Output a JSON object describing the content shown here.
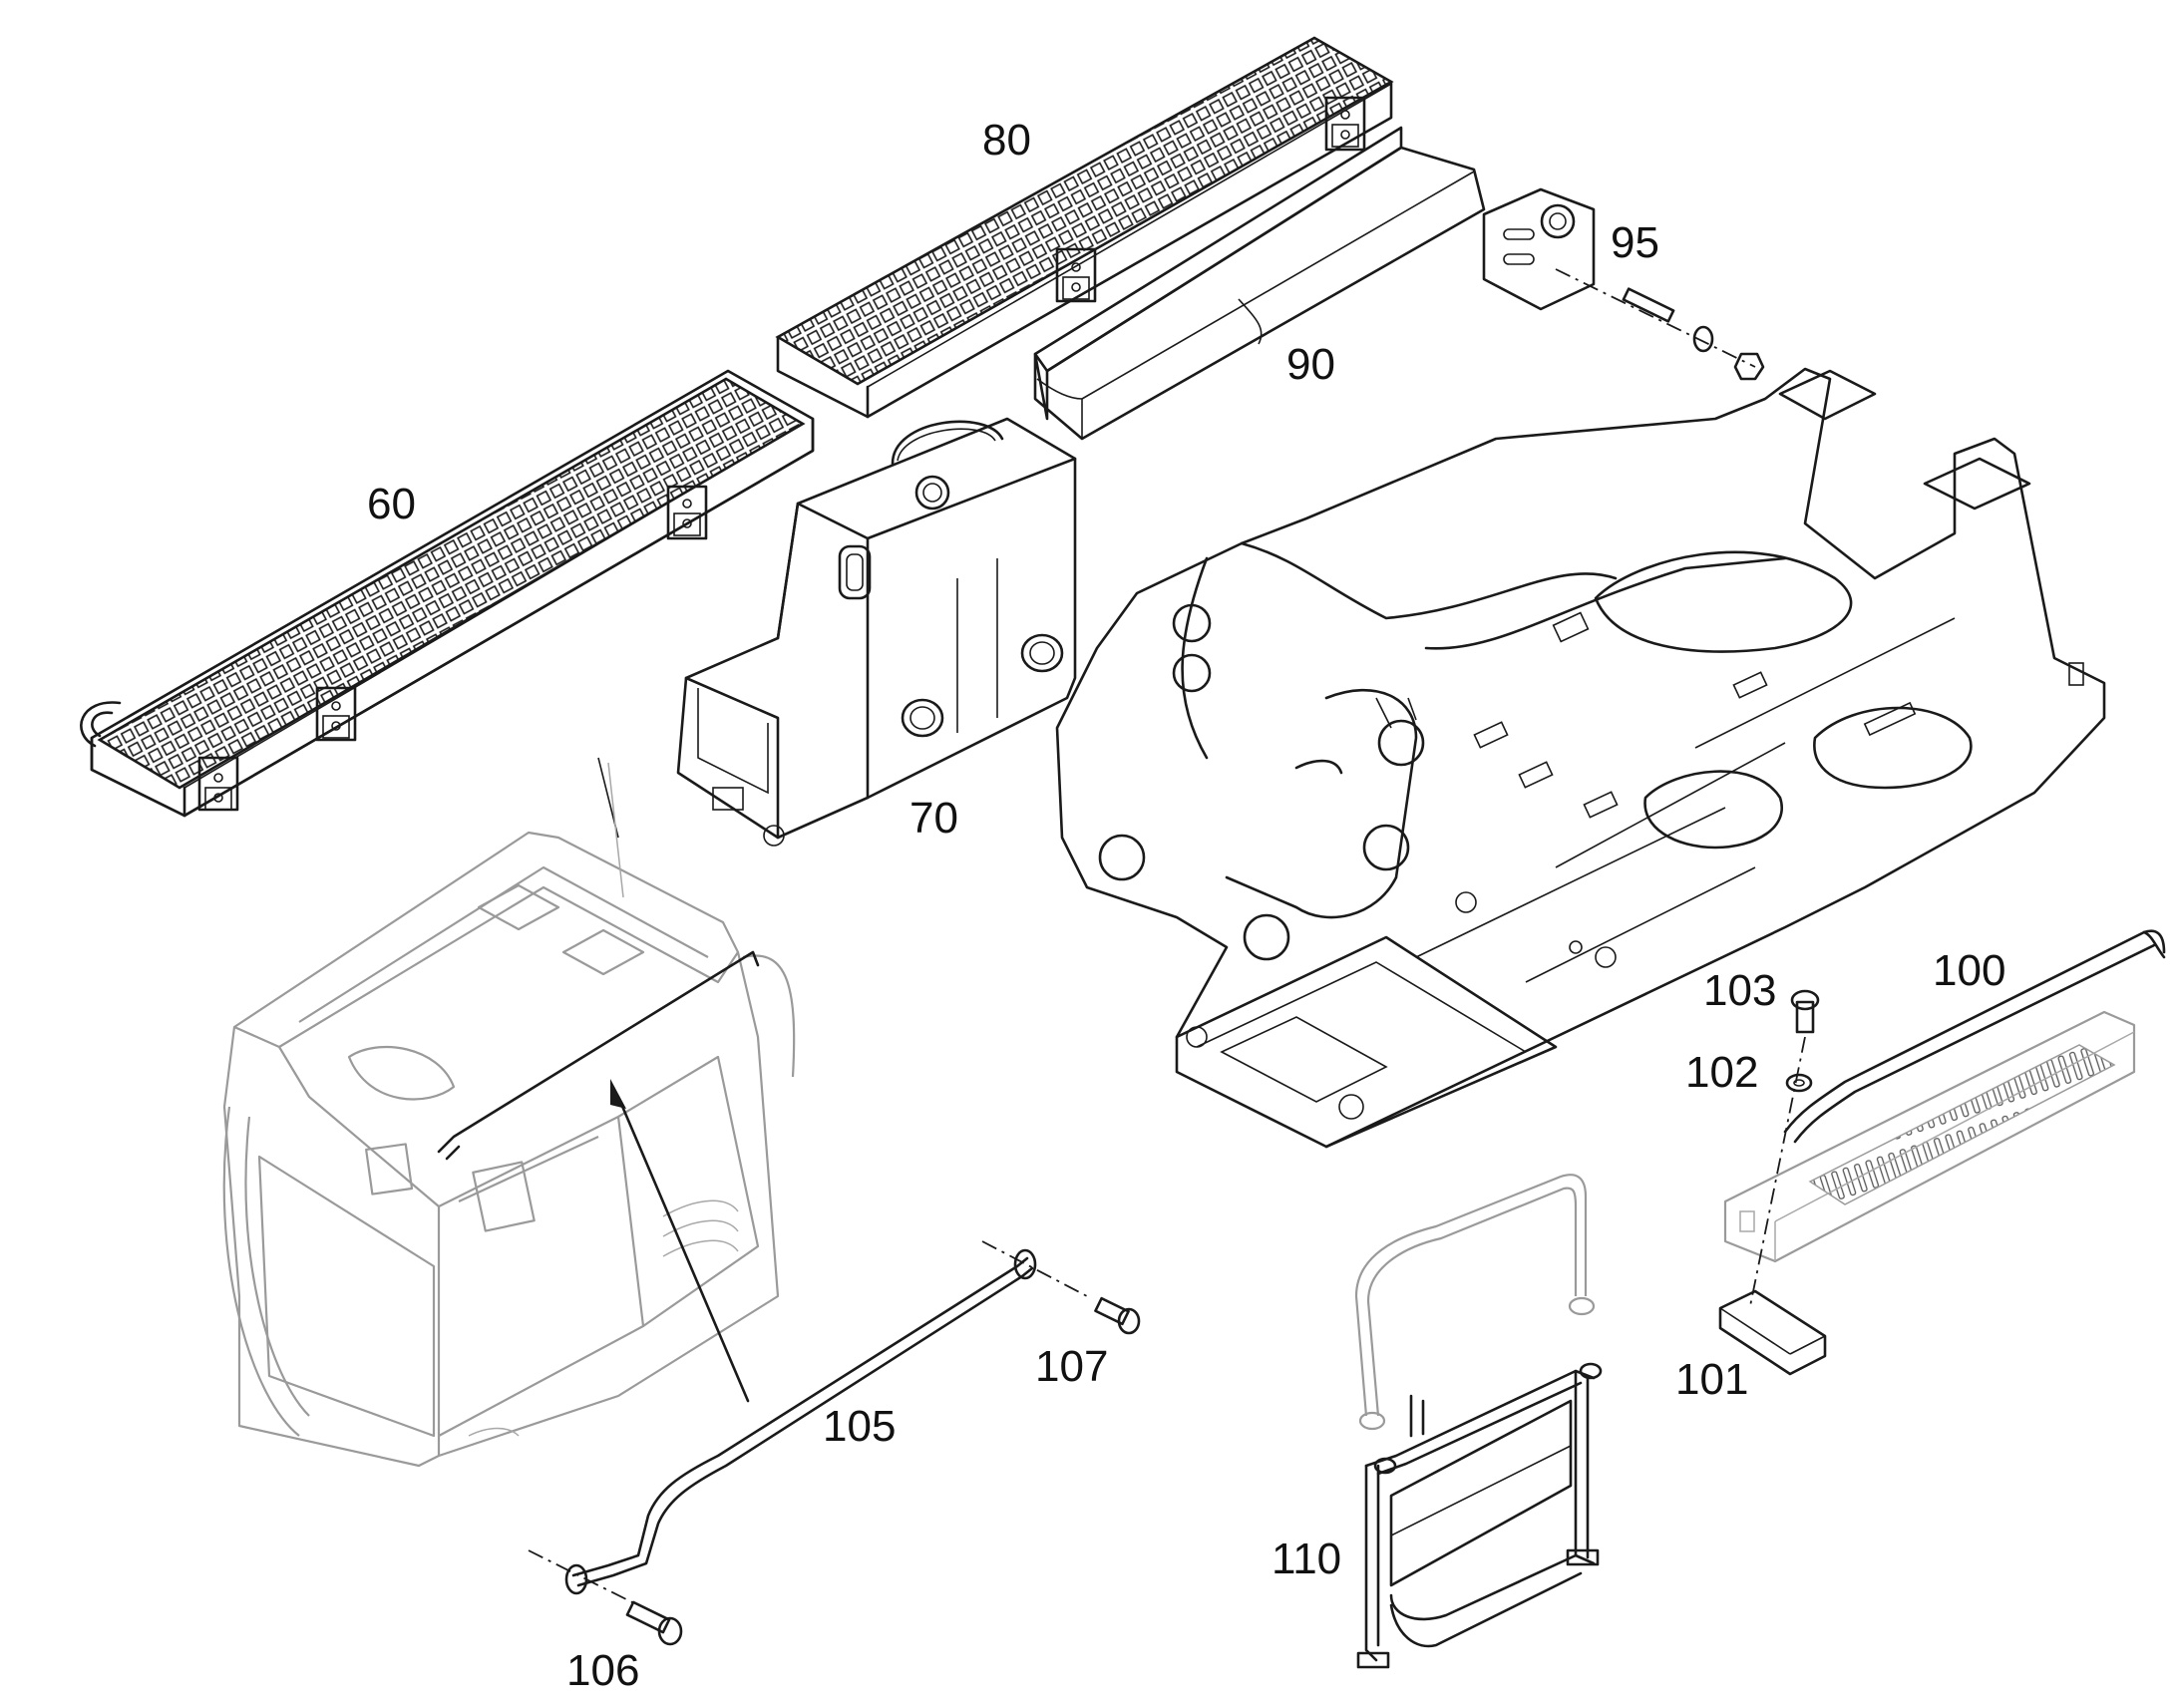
{
  "diagram": {
    "type": "exploded-parts-diagram",
    "callouts": [
      {
        "id": "60",
        "label": "60"
      },
      {
        "id": "70",
        "label": "70"
      },
      {
        "id": "80",
        "label": "80"
      },
      {
        "id": "90",
        "label": "90"
      },
      {
        "id": "95",
        "label": "95"
      },
      {
        "id": "100",
        "label": "100"
      },
      {
        "id": "101",
        "label": "101"
      },
      {
        "id": "102",
        "label": "102"
      },
      {
        "id": "103",
        "label": "103"
      },
      {
        "id": "105",
        "label": "105"
      },
      {
        "id": "106",
        "label": "106"
      },
      {
        "id": "107",
        "label": "107"
      },
      {
        "id": "110",
        "label": "110"
      }
    ],
    "colors": {
      "line": "#1a1a1a",
      "ghost_line": "#9a9a9a",
      "background": "#ffffff"
    }
  }
}
